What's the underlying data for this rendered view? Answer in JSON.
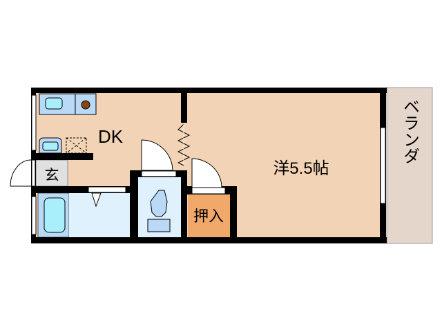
{
  "floorplan": {
    "rooms": {
      "dk": "DK",
      "western_room": "洋5.5帖",
      "closet": "押入",
      "entrance": "玄",
      "veranda": "ベランダ"
    },
    "colors": {
      "room": "#f3d3b5",
      "wet_area": "#dff1fd",
      "fixture": "#b9d9f7",
      "tub": "#a9eefb",
      "closet": "#f1a96b",
      "entrance": "#e0e0e0",
      "veranda": "#e5d6cb",
      "wall": "#000000"
    }
  }
}
